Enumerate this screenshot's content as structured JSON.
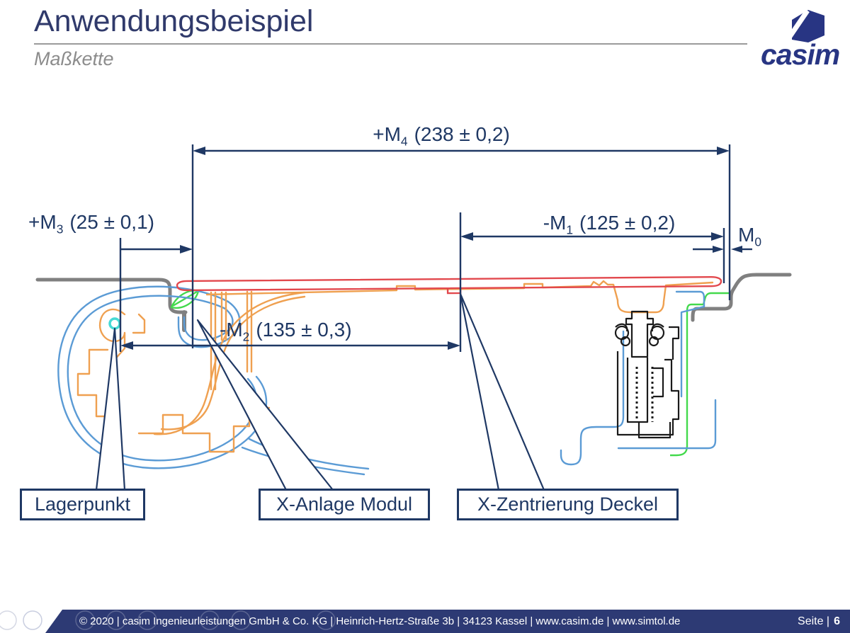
{
  "header": {
    "title": "Anwendungsbeispiel",
    "subtitle": "Maßkette",
    "logo_text": "casim"
  },
  "dimensions": {
    "m4": {
      "prefix": "+M",
      "sub": "4",
      "value": "(238 ± 0,2)"
    },
    "m3": {
      "prefix": "+M",
      "sub": "3",
      "value": "(25 ± 0,1)"
    },
    "m1": {
      "prefix": "-M",
      "sub": "1",
      "value": "(125 ± 0,2)"
    },
    "m2": {
      "prefix": "-M",
      "sub": "2",
      "value": "(135 ± 0,3)"
    },
    "m0": {
      "prefix": "M",
      "sub": "0",
      "value": ""
    }
  },
  "callouts": [
    {
      "label": "Lagerpunkt"
    },
    {
      "label": "X-Anlage Modul"
    },
    {
      "label": "X-Zentrierung Deckel"
    }
  ],
  "footer": {
    "copyright": "© 2020 | casim Ingenieurleistungen GmbH & Co. KG | Heinrich-Hertz-Straße 3b | 34123 Kassel | www.casim.de | www.simtol.de",
    "page_label": "Seite |",
    "page_number": "6"
  },
  "colors": {
    "navy_dimension": "#1f3864",
    "title_blue": "#303a6b",
    "logo_blue": "#283583",
    "footer_bar": "#2d3a74",
    "datum_gray": "#808080",
    "deckel_red": "#e2484d",
    "modul_orange": "#efa050",
    "seal_blue": "#5b9bd5",
    "insert_green": "#43d94c",
    "lagerpunkt_cyan": "#45d9d5"
  }
}
